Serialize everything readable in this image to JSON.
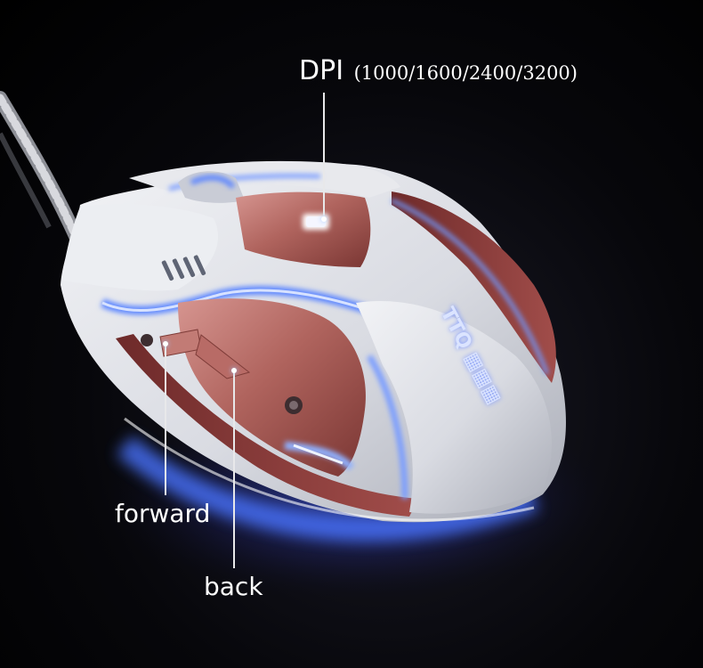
{
  "callouts": {
    "dpi": {
      "label": "DPI",
      "values": "(1000/1600/2400/3200)"
    },
    "forward": {
      "label": "forward"
    },
    "back": {
      "label": "back"
    }
  },
  "product": {
    "logo": "TTQ",
    "description": "white and rose-red gaming mouse with blue LED backlight on braided cable"
  },
  "colors": {
    "background": "#000000",
    "mouse_white": "#e6e7ec",
    "mouse_rose": "#b8706a",
    "led_glow": "#3d6bff",
    "label_text": "#ffffff"
  }
}
